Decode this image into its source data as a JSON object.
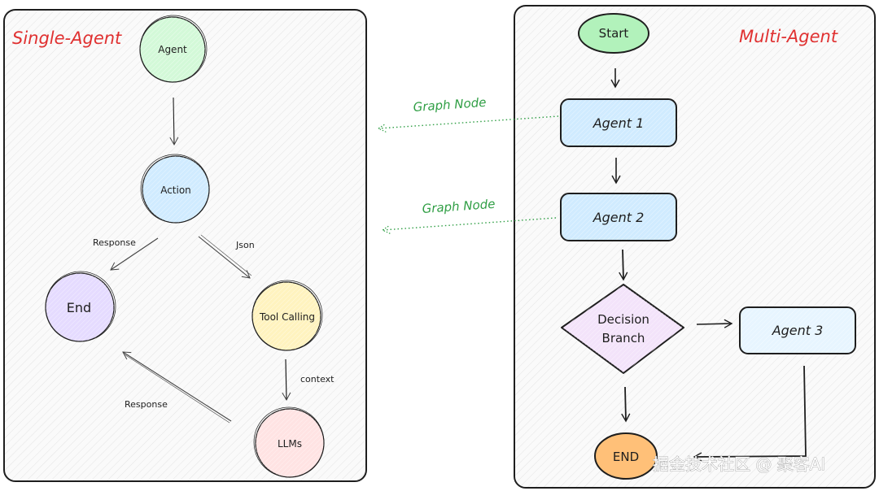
{
  "single_agent": {
    "title": "Single-Agent",
    "nodes": {
      "agent": "Agent",
      "action": "Action",
      "end": "End",
      "tool_calling": "Tool Calling",
      "llms": "LLMs"
    },
    "edges": {
      "action_to_end": "Response",
      "action_to_tool": "Json",
      "tool_to_llms": "context",
      "llms_to_end": "Response"
    }
  },
  "multi_agent": {
    "title": "Multi-Agent",
    "nodes": {
      "start": "Start",
      "agent1": "Agent 1",
      "agent2": "Agent 2",
      "decision_line1": "Decision",
      "decision_line2": "Branch",
      "agent3": "Agent 3",
      "end": "END"
    }
  },
  "annotations": {
    "graph_node_1": "Graph Node",
    "graph_node_2": "Graph Node"
  },
  "colors": {
    "title_red": "#e03131",
    "annotation_green": "#2f9e44",
    "agent_fill": "#d3f9d8",
    "action_fill": "#d0ebff",
    "end_fill": "#e5dbff",
    "tool_fill": "#fff3bf",
    "llms_fill": "#ffe3e3",
    "start_fill": "#b2f2bb",
    "agent_box_fill": "#d0ebff",
    "decision_fill": "#eebefa",
    "end_multi_fill": "#ffc078"
  },
  "watermark": "掘金技术社区 @ 聚客AI"
}
